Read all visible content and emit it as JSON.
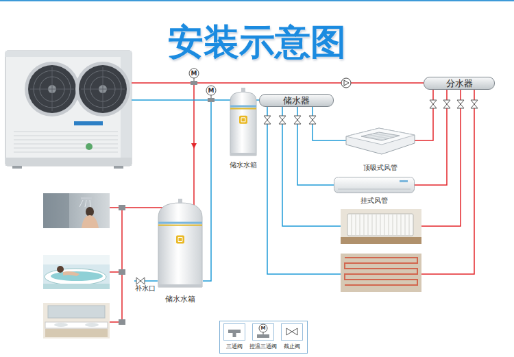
{
  "diagram": {
    "title": "安装示意图",
    "nodes": [
      {
        "text": [
          "分水器"
        ]
      },
      {
        "text": [
          "储水器"
        ]
      },
      {
        "text": [
          "储水水箱"
        ]
      },
      {
        "text": [
          "顶吸式风管"
        ]
      },
      {
        "text": [
          "挂式风管"
        ]
      },
      {
        "text": [
          "储水水箱"
        ]
      }
    ],
    "edges": [
      {
        "from": 1,
        "to": 3,
        "arrow": "none"
      },
      {
        "from": 3,
        "to": 0,
        "arrow": "none"
      },
      {
        "from": 1,
        "to": 4,
        "arrow": "none"
      },
      {
        "from": 4,
        "to": 0,
        "arrow": "none"
      }
    ],
    "labels": [
      "M",
      "M",
      "补水口",
      "M"
    ],
    "legend": [
      {
        "text": "三通阀"
      },
      {
        "text": "控温三通阀"
      },
      {
        "text": "截止阀"
      }
    ]
  }
}
